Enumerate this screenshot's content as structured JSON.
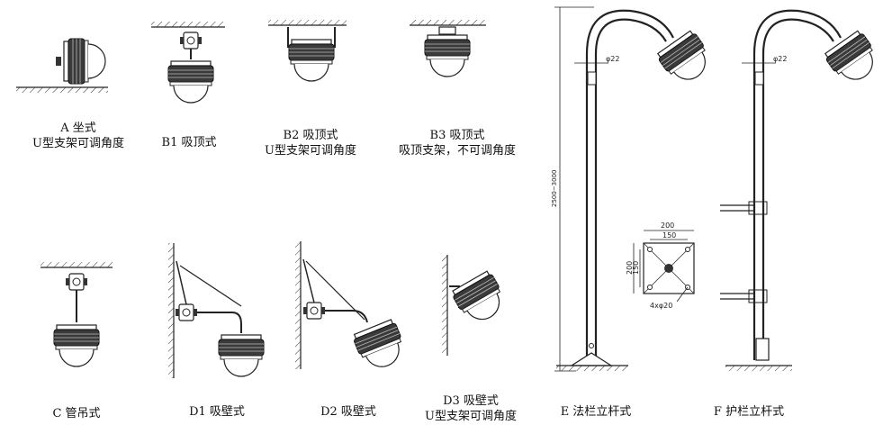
{
  "captions": {
    "a": {
      "title": "A 坐式",
      "note": "U型支架可调角度"
    },
    "b1": {
      "title": "B1 吸顶式"
    },
    "b2": {
      "title": "B2 吸顶式",
      "note": "U型支架可调角度"
    },
    "b3": {
      "title": "B3 吸顶式",
      "note": "吸顶支架，不可调角度"
    },
    "c": {
      "title": "C 管吊式"
    },
    "d1": {
      "title": "D1 吸壁式"
    },
    "d2": {
      "title": "D2 吸壁式"
    },
    "d3": {
      "title": "D3 吸壁式",
      "note": "U型支架可调角度"
    },
    "e": {
      "title": "E 法栏立杆式"
    },
    "f": {
      "title": "F 护栏立杆式"
    }
  },
  "dimensions": {
    "pole_height": "2500~3000",
    "pipe_dia_e": "φ22",
    "pipe_dia_f": "φ22",
    "base_width": "200",
    "base_hole_spacing_x": "150",
    "base_height": "200",
    "base_hole_spacing_y": "150",
    "base_holes": "4xφ20"
  }
}
